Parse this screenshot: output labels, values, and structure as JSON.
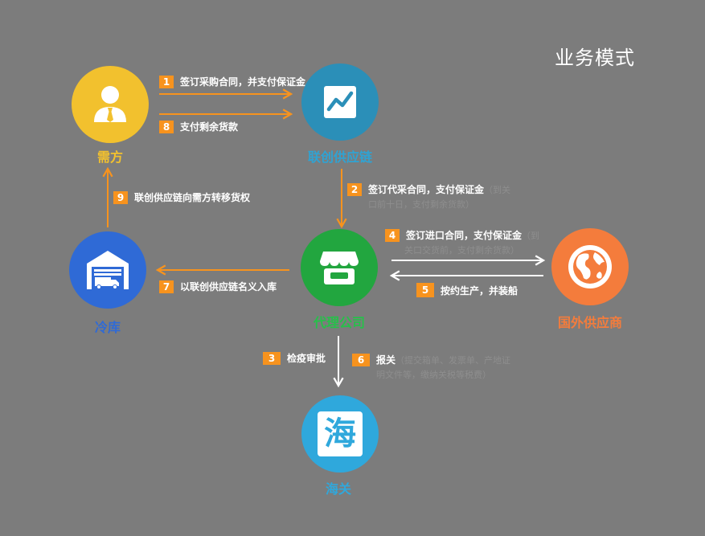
{
  "title": "业务模式",
  "nodes": {
    "demand": {
      "label": "需方",
      "color": "#f2c12e",
      "label_color": "#f2c12e"
    },
    "lianchuang": {
      "label": "联创供应链",
      "color": "#2b8fb8",
      "label_color": "#2fa3d3"
    },
    "agent": {
      "label": "代理公司",
      "color": "#22a63f",
      "label_color": "#27c04a"
    },
    "coldstore": {
      "label": "冷库",
      "color": "#2f6ad6",
      "label_color": "#2f6ad6"
    },
    "supplier": {
      "label": "国外供应商",
      "color": "#f47c3c",
      "label_color": "#f47c3c"
    },
    "customs": {
      "label": "海关",
      "glyph": "海",
      "color": "#2fa8dc",
      "label_color": "#2fa8dc"
    }
  },
  "steps": [
    {
      "num": "1",
      "text": "签订采购合同，并支付保证金"
    },
    {
      "num": "8",
      "text": "支付剩余货款"
    },
    {
      "num": "2",
      "text": "签订代采合同，支付保证金",
      "faint": "（到关",
      "faint2": "口前十日，支付剩余货款）"
    },
    {
      "num": "9",
      "text": "联创供应链向需方转移货权"
    },
    {
      "num": "4",
      "text": "签订进口合同，支付保证金",
      "faint": "（到",
      "faint2": "关口交货前，支付剩余货款）"
    },
    {
      "num": "7",
      "text": "以联创供应链名义入库"
    },
    {
      "num": "5",
      "text": "按约生产，并装船"
    },
    {
      "num": "3",
      "text": "检疫审批"
    },
    {
      "num": "6",
      "text": "报关",
      "faint": "（提交箱单、发票单、产地证",
      "faint2": "明文件等，缴纳关税等税费）"
    }
  ],
  "colors": {
    "arrow_orange": "#f7931e",
    "arrow_white": "#ffffff"
  }
}
